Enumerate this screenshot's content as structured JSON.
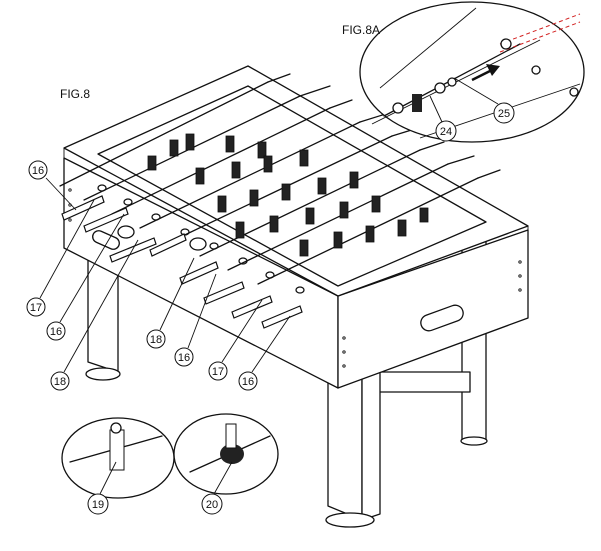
{
  "figures": {
    "main": "FIG.8",
    "detail": "FIG.8A"
  },
  "callouts": {
    "c16_a": "16",
    "c17_a": "17",
    "c16_b": "16",
    "c18_a": "18",
    "c18_b": "18",
    "c16_c": "16",
    "c17_b": "17",
    "c16_d": "16",
    "c24": "24",
    "c25": "25",
    "c19": "19",
    "c20": "20"
  },
  "colors": {
    "line": "#111111",
    "highlight": "#d21f1f",
    "background": "#ffffff"
  }
}
